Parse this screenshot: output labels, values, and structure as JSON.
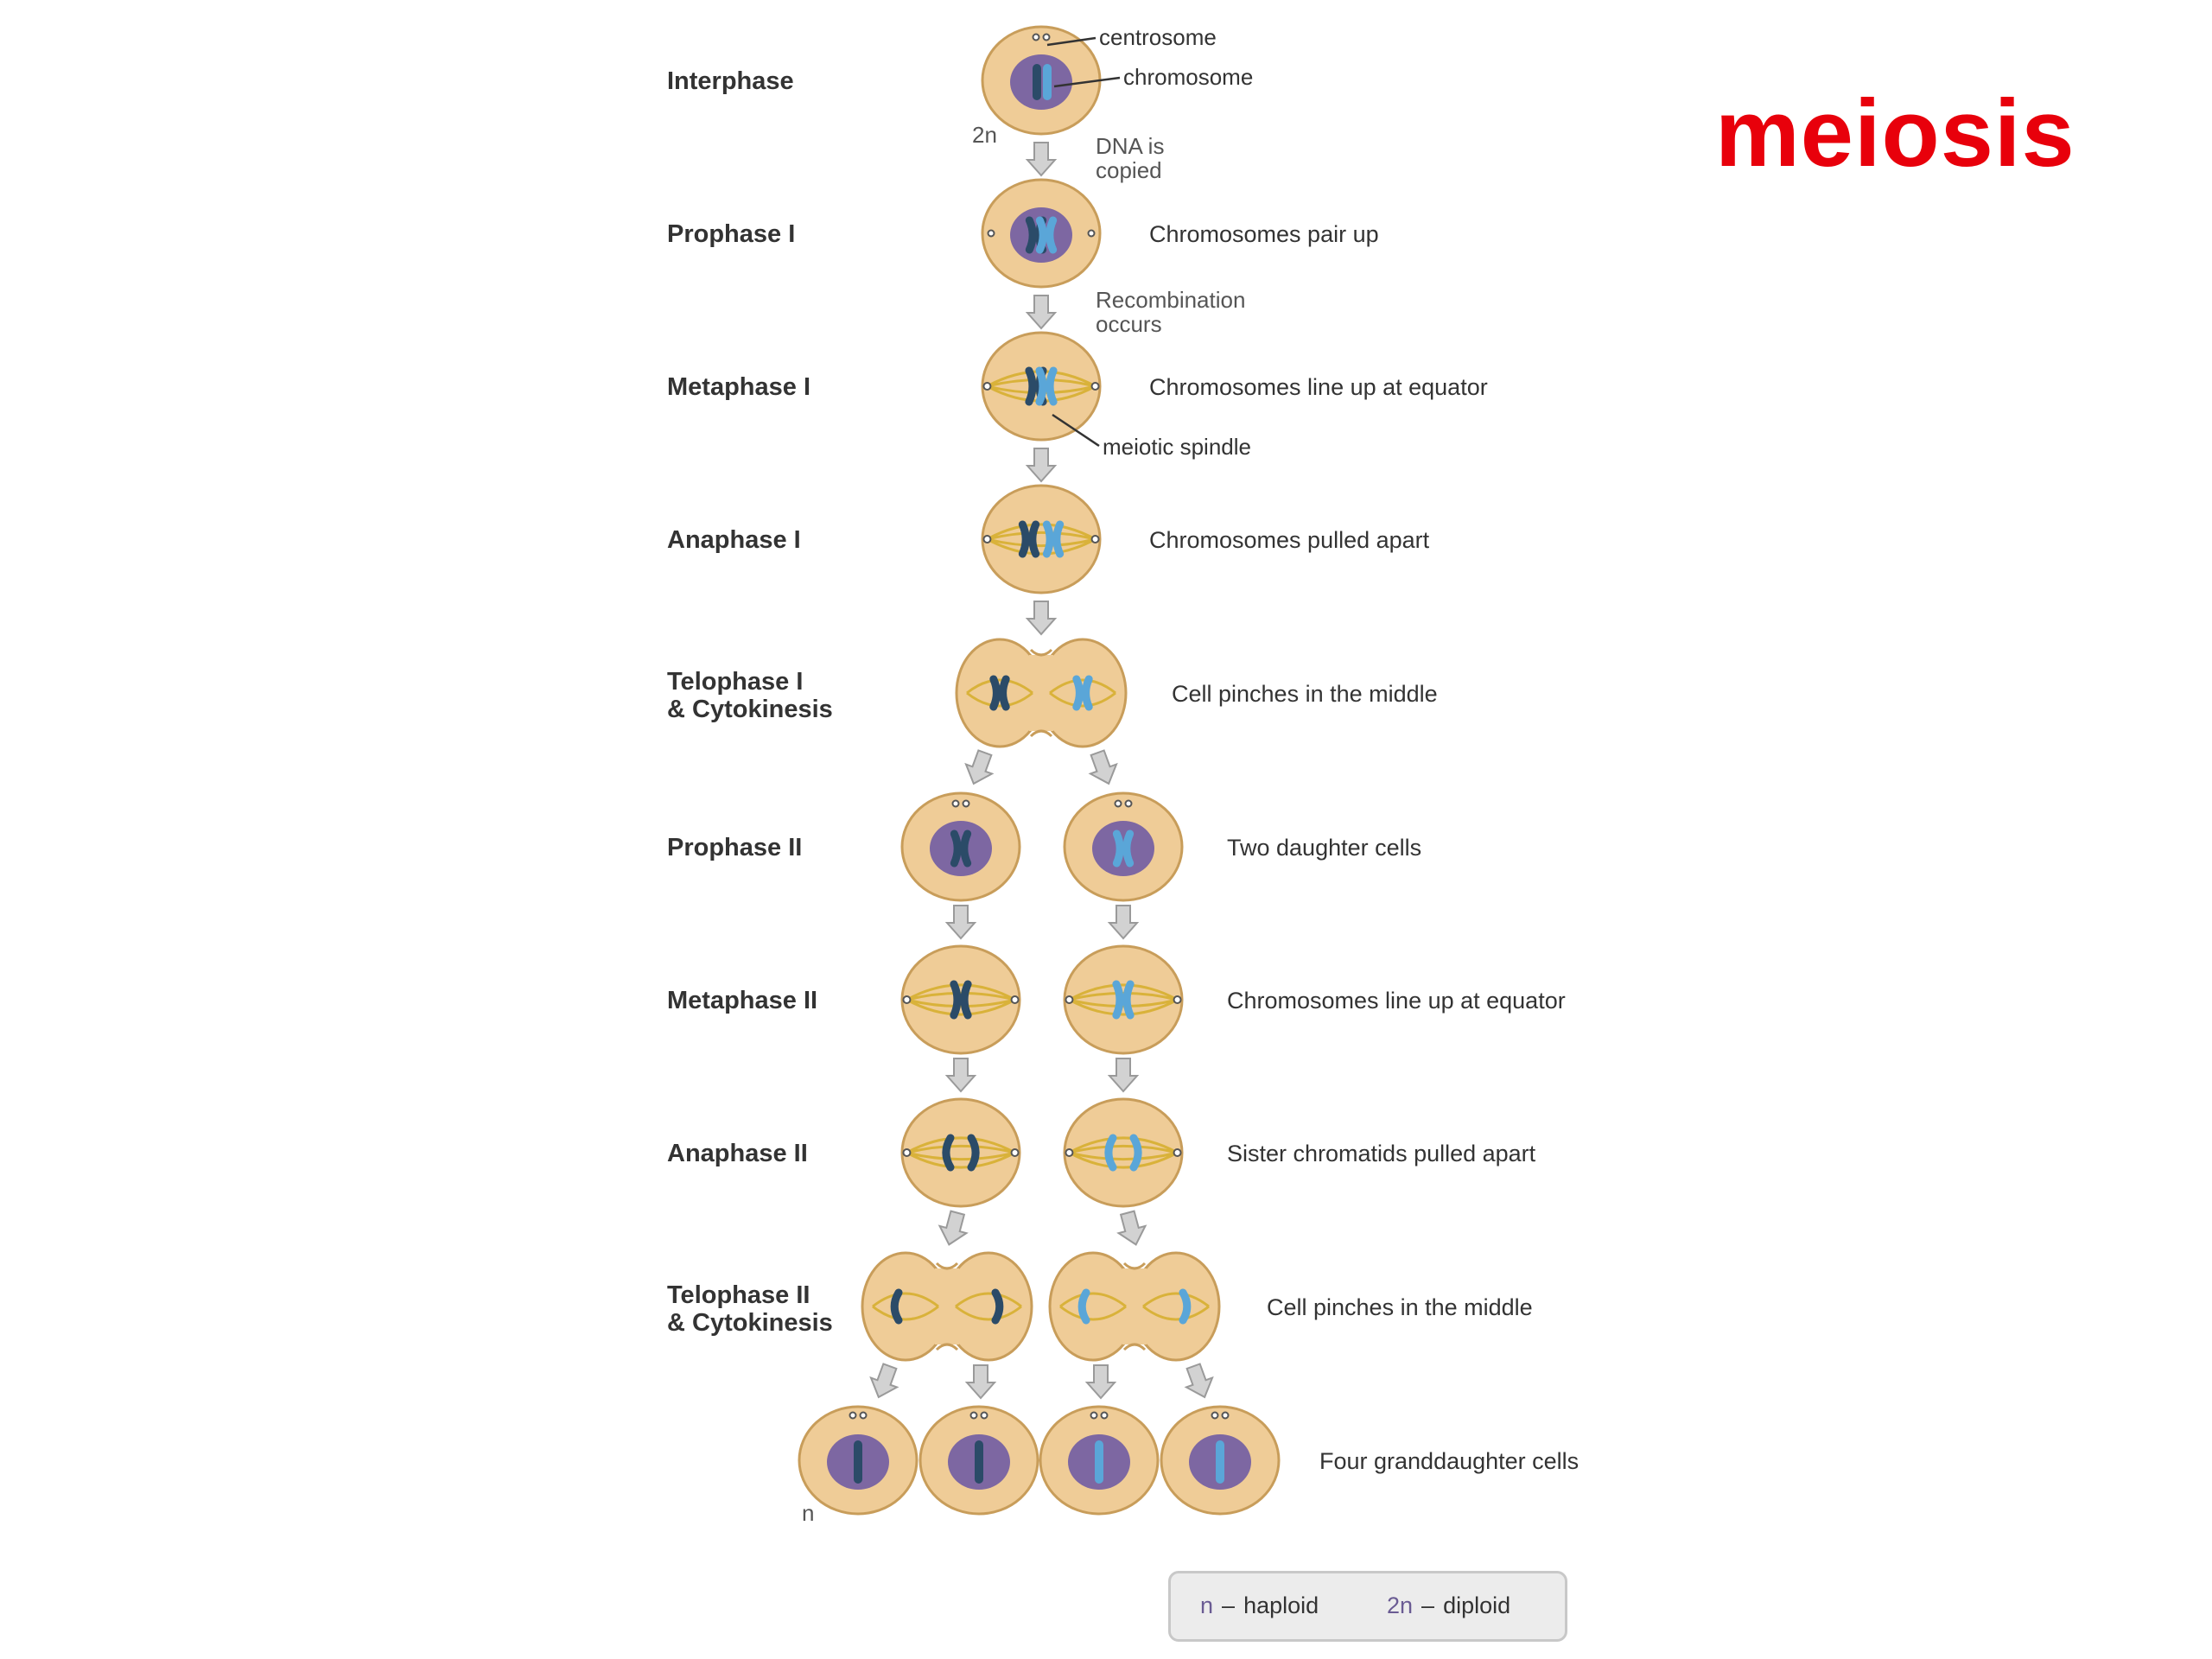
{
  "title": {
    "text": "meiosis",
    "color": "#e8000b"
  },
  "colors": {
    "cell_fill": "#efcc97",
    "cell_stroke": "#c89d5a",
    "nucleus_fill": "#7d67a2",
    "chrom_dark": "#2b4b68",
    "chrom_light": "#5aa6d8",
    "spindle": "#d9b23a",
    "arrow_fill": "#d2d2d2",
    "arrow_stroke": "#9a9a9a",
    "label": "#333333"
  },
  "stages": [
    {
      "id": "interphase",
      "name": [
        "Interphase"
      ],
      "description": "",
      "ploidy": "2n",
      "note_after": [
        "DNA is",
        "copied"
      ]
    },
    {
      "id": "prophase-1",
      "name": [
        "Prophase I"
      ],
      "description": "Chromosomes pair up",
      "note_after": [
        "Recombination",
        "occurs"
      ]
    },
    {
      "id": "metaphase-1",
      "name": [
        "Metaphase I"
      ],
      "description": "Chromosomes line up at equator",
      "note_after": []
    },
    {
      "id": "anaphase-1",
      "name": [
        "Anaphase I"
      ],
      "description": "Chromosomes pulled apart",
      "note_after": []
    },
    {
      "id": "telophase-1",
      "name": [
        "Telophase I",
        "& Cytokinesis"
      ],
      "description": "Cell pinches in the middle",
      "note_after": []
    },
    {
      "id": "prophase-2",
      "name": [
        "Prophase II"
      ],
      "description": "Two daughter cells",
      "note_after": []
    },
    {
      "id": "metaphase-2",
      "name": [
        "Metaphase II"
      ],
      "description": "Chromosomes line up at equator",
      "note_after": []
    },
    {
      "id": "anaphase-2",
      "name": [
        "Anaphase II"
      ],
      "description": "Sister chromatids pulled apart",
      "note_after": []
    },
    {
      "id": "telophase-2",
      "name": [
        "Telophase II",
        "& Cytokinesis"
      ],
      "description": "Cell pinches in the middle",
      "note_after": []
    },
    {
      "id": "granddaughter",
      "name": [],
      "description": "Four granddaughter cells",
      "ploidy": "n",
      "note_after": []
    }
  ],
  "callouts": {
    "centrosome": "centrosome",
    "chromosome": "chromosome",
    "meiotic_spindle": "meiotic spindle"
  },
  "legend": {
    "items": [
      {
        "key": "n",
        "label": "haploid"
      },
      {
        "key": "2n",
        "label": "diploid"
      }
    ]
  }
}
